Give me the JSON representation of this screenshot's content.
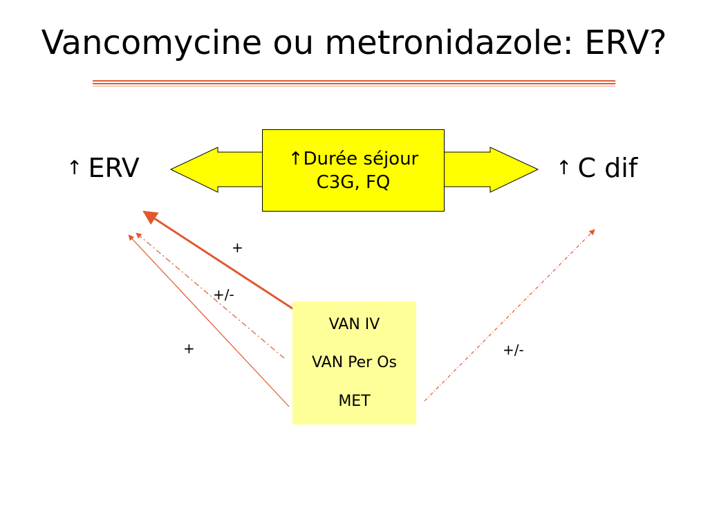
{
  "slide": {
    "title": "Vancomycine ou metronidazole: ERV?"
  },
  "center_box": {
    "arrow": "↑",
    "line1": "Durée séjour",
    "line2": "C3G, FQ"
  },
  "left_label": {
    "arrow": "↑",
    "text": "ERV"
  },
  "right_label": {
    "arrow": "↑",
    "text": "C dif"
  },
  "drug_box": {
    "items": [
      "VAN IV",
      "VAN Per Os",
      "MET"
    ]
  },
  "edge_labels": {
    "van_iv_to_erv": "+",
    "van_per_os_to_erv": "+/-",
    "met_to_erv": "+",
    "drugs_to_cdif": "+/-"
  },
  "colors": {
    "accent": "#e2572e",
    "arrow_fill": "#ffff00",
    "drug_box_fill": "#ffff99"
  }
}
